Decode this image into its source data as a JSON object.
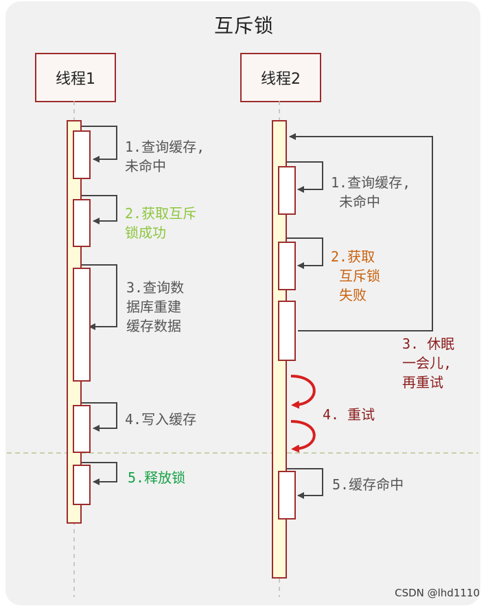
{
  "diagram": {
    "title": "互斥锁",
    "lifelines": [
      {
        "name": "线程1"
      },
      {
        "name": "线程2"
      }
    ],
    "thread1_steps": [
      {
        "text": "1.查询缓存,\n未命中",
        "color": "#555555"
      },
      {
        "text": "2.获取互斥\n锁成功",
        "color": "#8dc63f"
      },
      {
        "text": "3.查询数\n据库重建\n缓存数据",
        "color": "#555555"
      },
      {
        "text": "4.写入缓存",
        "color": "#555555"
      },
      {
        "text": "5.释放锁",
        "color": "#15a145"
      }
    ],
    "thread2_steps": [
      {
        "text": "1.查询缓存,\n 未命中",
        "color": "#555555"
      },
      {
        "text": "2.获取\n 互斥锁\n 失败",
        "color": "#c8620f"
      },
      {
        "text": "3. 休眠\n一会儿,\n再重试",
        "color": "#8b1c1c"
      },
      {
        "text": "4. 重试",
        "color": "#8b1c1c"
      },
      {
        "text": "5.缓存命中",
        "color": "#555555"
      }
    ],
    "watermark": "CSDN @lhd1110"
  }
}
